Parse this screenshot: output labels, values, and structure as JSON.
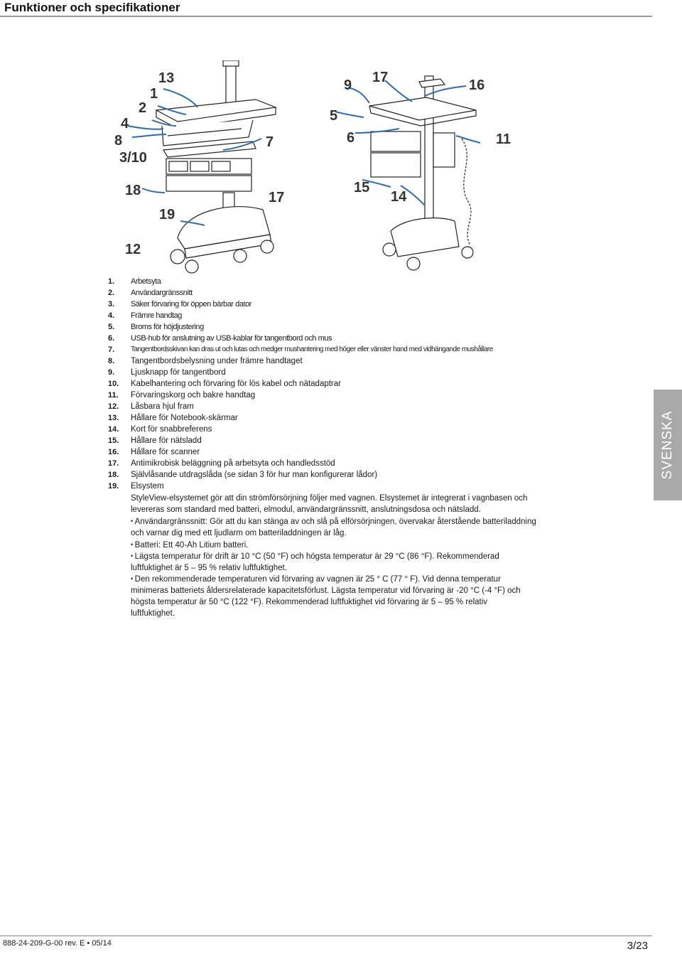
{
  "header": {
    "title": "Funktioner och specifikationer"
  },
  "illustration": {
    "callouts_left": [
      "13",
      "1",
      "2",
      "4",
      "8",
      "3/10",
      "7",
      "18",
      "17",
      "19",
      "12"
    ],
    "callouts_right": [
      "9",
      "17",
      "16",
      "5",
      "6",
      "11",
      "15",
      "14"
    ]
  },
  "features": [
    {
      "num": "1.",
      "text": "Arbetsyta"
    },
    {
      "num": "2.",
      "text": "Användargränssnitt"
    },
    {
      "num": "3.",
      "text": "Säker förvaring för öppen bärbar dator"
    },
    {
      "num": "4.",
      "text": "Främre handtag"
    },
    {
      "num": "5.",
      "text": "Broms för höjdjustering"
    },
    {
      "num": "6.",
      "text": "USB-hub för anslutning av USB-kablar för tangentbord och mus"
    },
    {
      "num": "7.",
      "text": "Tangentbordsskivan kan dras ut och lutas och medger mushantering med höger eller vänster hand med vidhängande mushållare"
    },
    {
      "num": "8.",
      "text": "Tangentbordsbelysning under främre handtaget"
    },
    {
      "num": "9.",
      "text": "Ljusknapp för tangentbord"
    },
    {
      "num": "10.",
      "text": "Kabelhantering och förvaring för lös kabel och nätadaptrar"
    },
    {
      "num": "11.",
      "text": "Förvaringskorg och bakre handtag"
    },
    {
      "num": "12.",
      "text": "Låsbara hjul fram"
    },
    {
      "num": "13.",
      "text": "Hållare för Notebook-skärmar"
    },
    {
      "num": "14.",
      "text": "Kort för snabbreferens"
    },
    {
      "num": "15.",
      "text": "Hållare för nätsladd"
    },
    {
      "num": "16.",
      "text": "Hållare för scanner"
    },
    {
      "num": "17.",
      "text": "Antimikrobisk beläggning på arbetsyta och handledsstöd"
    },
    {
      "num": "18.",
      "text": "Självlåsande utdragslåda (se sidan 3 för hur man konfigurerar lådor)"
    },
    {
      "num": "19.",
      "text": "Elsystem"
    }
  ],
  "power": {
    "intro": "StyleView-elsystemet gör att din strömförsörjning följer med vagnen. Elsystemet är integrerat i vagnbasen och levereras som standard med batteri, elmodul, användargränssnitt, anslutningsdosa och nätsladd.",
    "bullets": [
      "Användargränssnitt: Gör att du kan stänga av och slå på elförsörjningen, övervakar återstående batteriladdning och varnar dig med ett ljudlarm om batteriladdningen är låg.",
      "Batteri: Ett 40-Ah Litium batteri.",
      "Lägsta temperatur för drift är 10 °C (50 °F) och högsta temperatur är 29 °C (86 °F). Rekommenderad luftfuktighet är 5 – 95 % relativ luftfuktighet.",
      "Den rekommenderade temperaturen vid förvaring av vagnen är 25 ° C (77 ° F).  Vid denna temperatur minimeras batteriets åldersrelaterade kapacitetsförlust.  Lägsta temperatur vid förvaring är -20 °C (-4 °F) och högsta temperatur är 50 °C (122 °F). Rekommenderad luftfuktighet vid förvaring är 5 – 95 % relativ luftfuktighet."
    ]
  },
  "side_tab": "SVENSKA",
  "footer": {
    "doc_id": "888-24-209-G-00 rev. E • 05/14",
    "page": "3/23"
  }
}
